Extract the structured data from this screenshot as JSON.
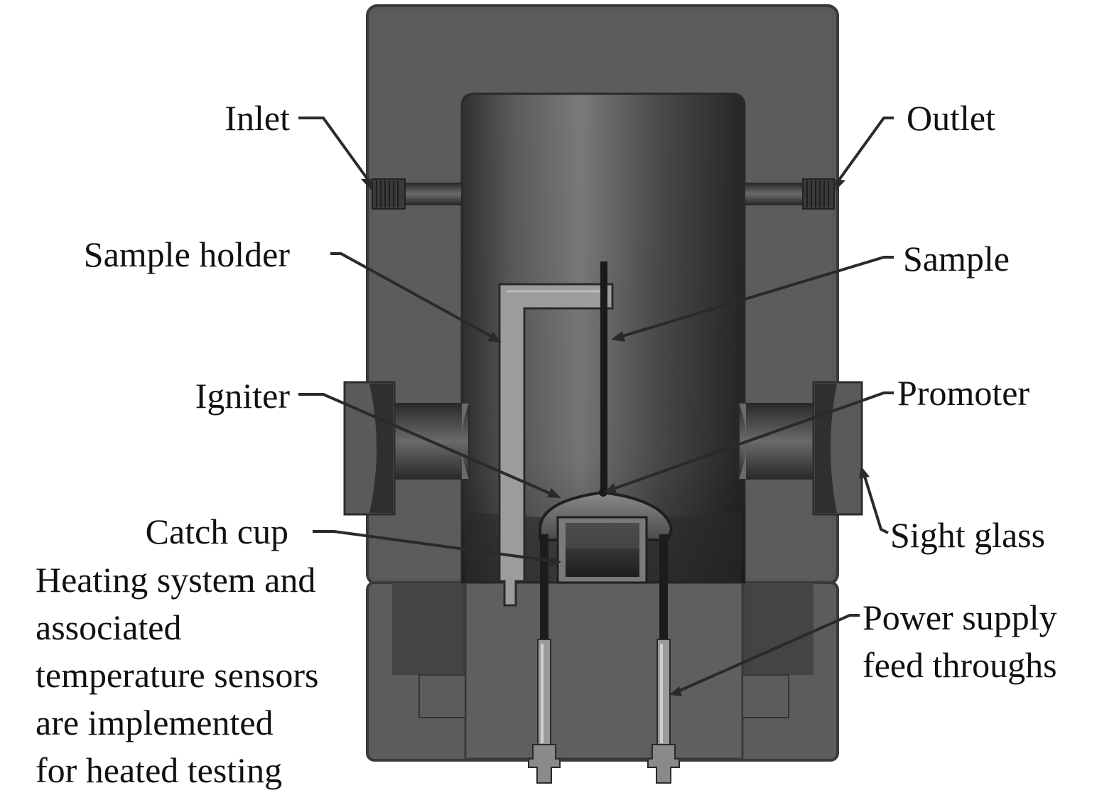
{
  "labels": {
    "inlet": "Inlet",
    "outlet": "Outlet",
    "sample_holder": "Sample holder",
    "sample": "Sample",
    "igniter": "Igniter",
    "promoter": "Promoter",
    "catch_cup": "Catch cup",
    "sight_glass": "Sight glass",
    "heating_system": "Heating system and\nassociated\ntemperature sensors\nare implemented\nfor heated testing",
    "power_supply": "Power supply\nfeed throughs"
  },
  "colors": {
    "body_outer": "#5a5a5a",
    "body_edge": "#3a3a3a",
    "chamber_dark": "#2e2e2e",
    "chamber_light": "#6b6b6b",
    "base": "#5f5f5f",
    "holder": "#a0a0a0",
    "leader": "#2a2a2a",
    "text": "#111111"
  }
}
